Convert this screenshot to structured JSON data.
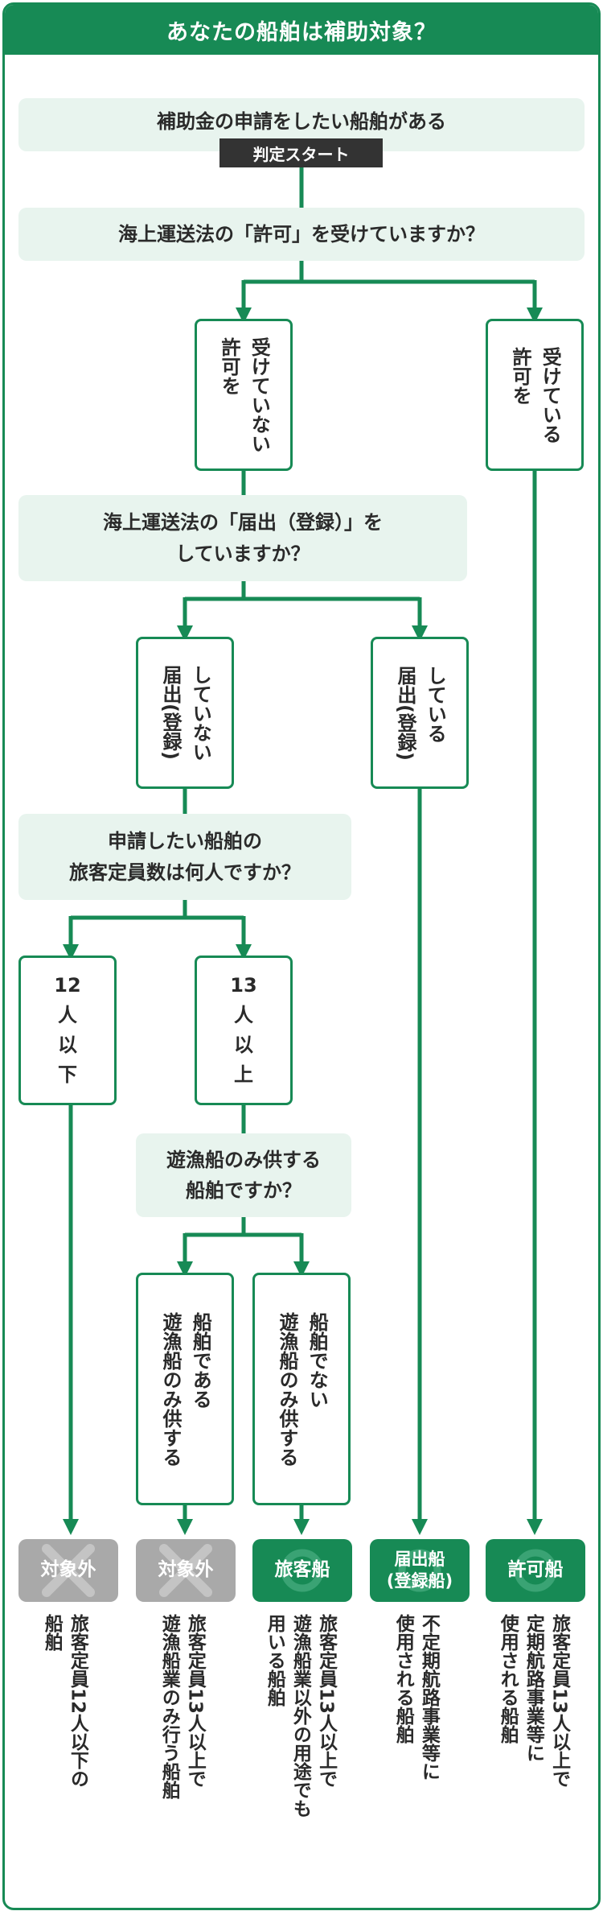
{
  "title": "あなたの船舶は補助対象？",
  "start": {
    "question": "補助金の申請をしたい船舶がある",
    "tag": "判定スタート"
  },
  "q1": {
    "text": "海上運送法の「許可」を受けていますか？"
  },
  "q1_no": "受けていない\n許可を",
  "q1_yes": "受けている\n許可を",
  "q2": {
    "line1": "海上運送法の「届出（登録）」を",
    "line2": "していますか？"
  },
  "q2_no": "していない\n届出(登録)",
  "q2_yes": "している\n届出(登録)",
  "q3": {
    "line1": "申請したい船舶の",
    "line2": "旅客定員数は何人ですか？"
  },
  "q3_a": "12\n人\n以\n下",
  "q3_b": "13\n人\n以\n上",
  "q4": {
    "line1": "遊漁船のみ供する",
    "line2": "船舶ですか？"
  },
  "q4_yes": "船舶である\n遊漁船のみ供する",
  "q4_no": "船舶でない\n遊漁船のみ供する",
  "results": [
    {
      "label": "対象外",
      "status": "excluded",
      "desc": "旅客定員12人以下の\n船舶"
    },
    {
      "label": "対象外",
      "status": "excluded",
      "desc": "旅客定員13人以上で\n遊漁船業のみ行う船舶"
    },
    {
      "label": "旅客船",
      "status": "eligible",
      "desc": "旅客定員13人以上で\n遊漁船業以外の用途でも\n用いる船舶"
    },
    {
      "label": "届出船\n(登録船)",
      "status": "eligible",
      "desc": "不定期航路事業等に\n使用される船舶"
    },
    {
      "label": "許可船",
      "status": "eligible",
      "desc": "旅客定員13人以上で\n定期航路事業等に\n使用される船舶"
    }
  ],
  "colors": {
    "accent": "#178a55",
    "question_bg": "#e8f4ee",
    "excluded": "#a9a9a9"
  }
}
